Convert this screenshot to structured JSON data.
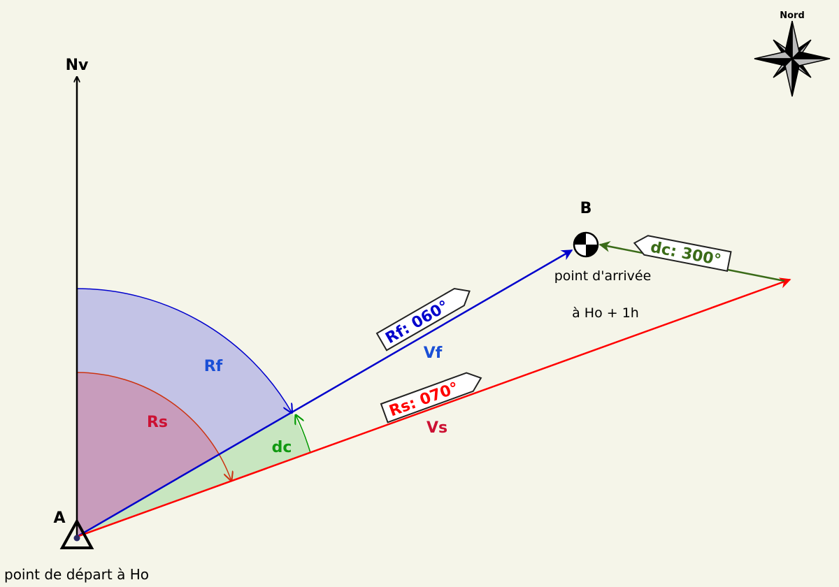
{
  "labels": {
    "north_vertical": "Nv",
    "compass_north": "Nord",
    "point_a": "A",
    "point_b": "B",
    "departure": "point de départ à Ho",
    "arrival": "point d'arrivée",
    "arrival_time": "à Ho + 1h",
    "angle_rf": "Rf",
    "angle_rs": "Rs",
    "angle_dc": "dc",
    "vector_vf": "Vf",
    "vector_vs": "Vs"
  },
  "tags": {
    "rf": "Rf: 060°",
    "rs": "Rs: 070°",
    "dc": "dc: 300°"
  },
  "colors": {
    "background": "#f5f5e9",
    "fond_route": "#0000cc",
    "fond_route_label": "#1a4fd6",
    "surface_route": "#ff0000",
    "surface_route_label": "#cc1133",
    "current": "#3a6b18",
    "current_arc": "#009900",
    "rf_sector": "#c3c3e6",
    "rs_sector": "#c89cbc",
    "dc_sector": "#c8e6c0"
  },
  "icons": {
    "departure_marker": "triangle-point-icon",
    "arrival_marker": "target-circle-icon",
    "compass": "compass-rose-icon"
  }
}
